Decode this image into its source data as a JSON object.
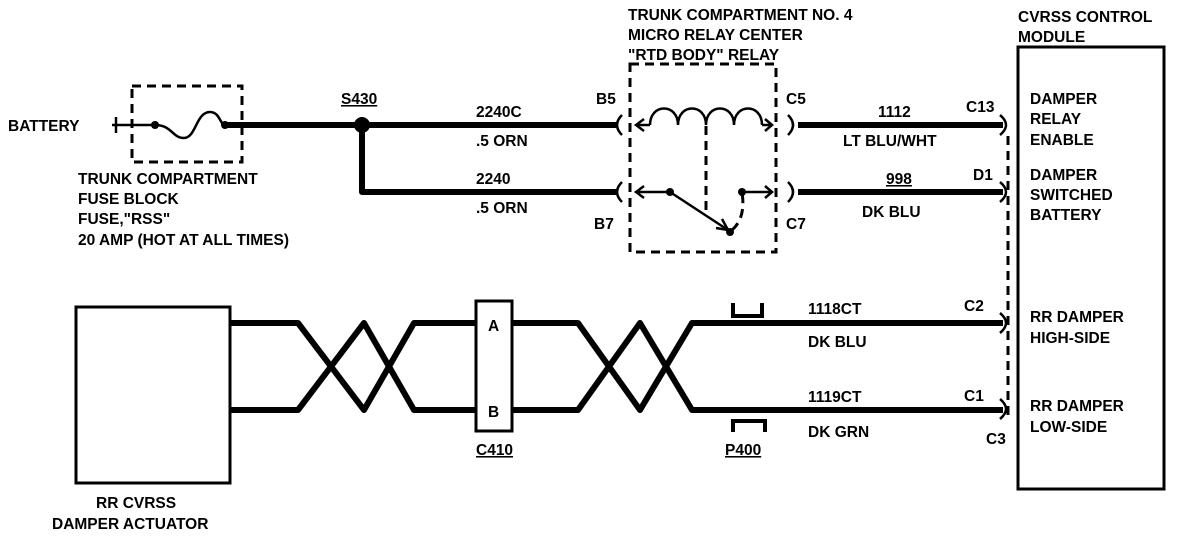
{
  "labels": {
    "battery": "BATTERY",
    "fuse_block": [
      "TRUNK COMPARTMENT",
      "FUSE BLOCK",
      "FUSE,\"RSS\"",
      "20 AMP (HOT AT ALL TIMES)"
    ],
    "splice": "S430",
    "relay_center": [
      "TRUNK COMPARTMENT NO. 4",
      "MICRO RELAY CENTER",
      "\"RTD BODY\" RELAY"
    ],
    "module_title": [
      "CVRSS CONTROL",
      "MODULE"
    ],
    "actuator": [
      "RR CVRSS",
      "DAMPER ACTUATOR"
    ],
    "connector_c410": "C410",
    "connector_p400": "P400",
    "pin_a": "A",
    "pin_b": "B"
  },
  "circuits": [
    {
      "number": "2240C",
      "color": ".5 ORN"
    },
    {
      "number": "2240",
      "color": ".5 ORN"
    },
    {
      "number": "1112",
      "color": "LT BLU/WHT"
    },
    {
      "number": "998",
      "color": "DK BLU"
    },
    {
      "number": "1118CT",
      "color": "DK BLU"
    },
    {
      "number": "1119CT",
      "color": "DK GRN"
    }
  ],
  "pins": {
    "b5": "B5",
    "b7": "B7",
    "c5": "C5",
    "c7": "C7",
    "c13": "C13",
    "d1": "D1",
    "c2": "C2",
    "c1": "C1",
    "c3": "C3"
  },
  "module_inputs": [
    [
      "DAMPER",
      "RELAY",
      "ENABLE"
    ],
    [
      "DAMPER",
      "SWITCHED",
      "BATTERY"
    ],
    [
      "RR DAMPER",
      "HIGH-SIDE"
    ],
    [
      "RR DAMPER",
      "LOW-SIDE"
    ]
  ]
}
